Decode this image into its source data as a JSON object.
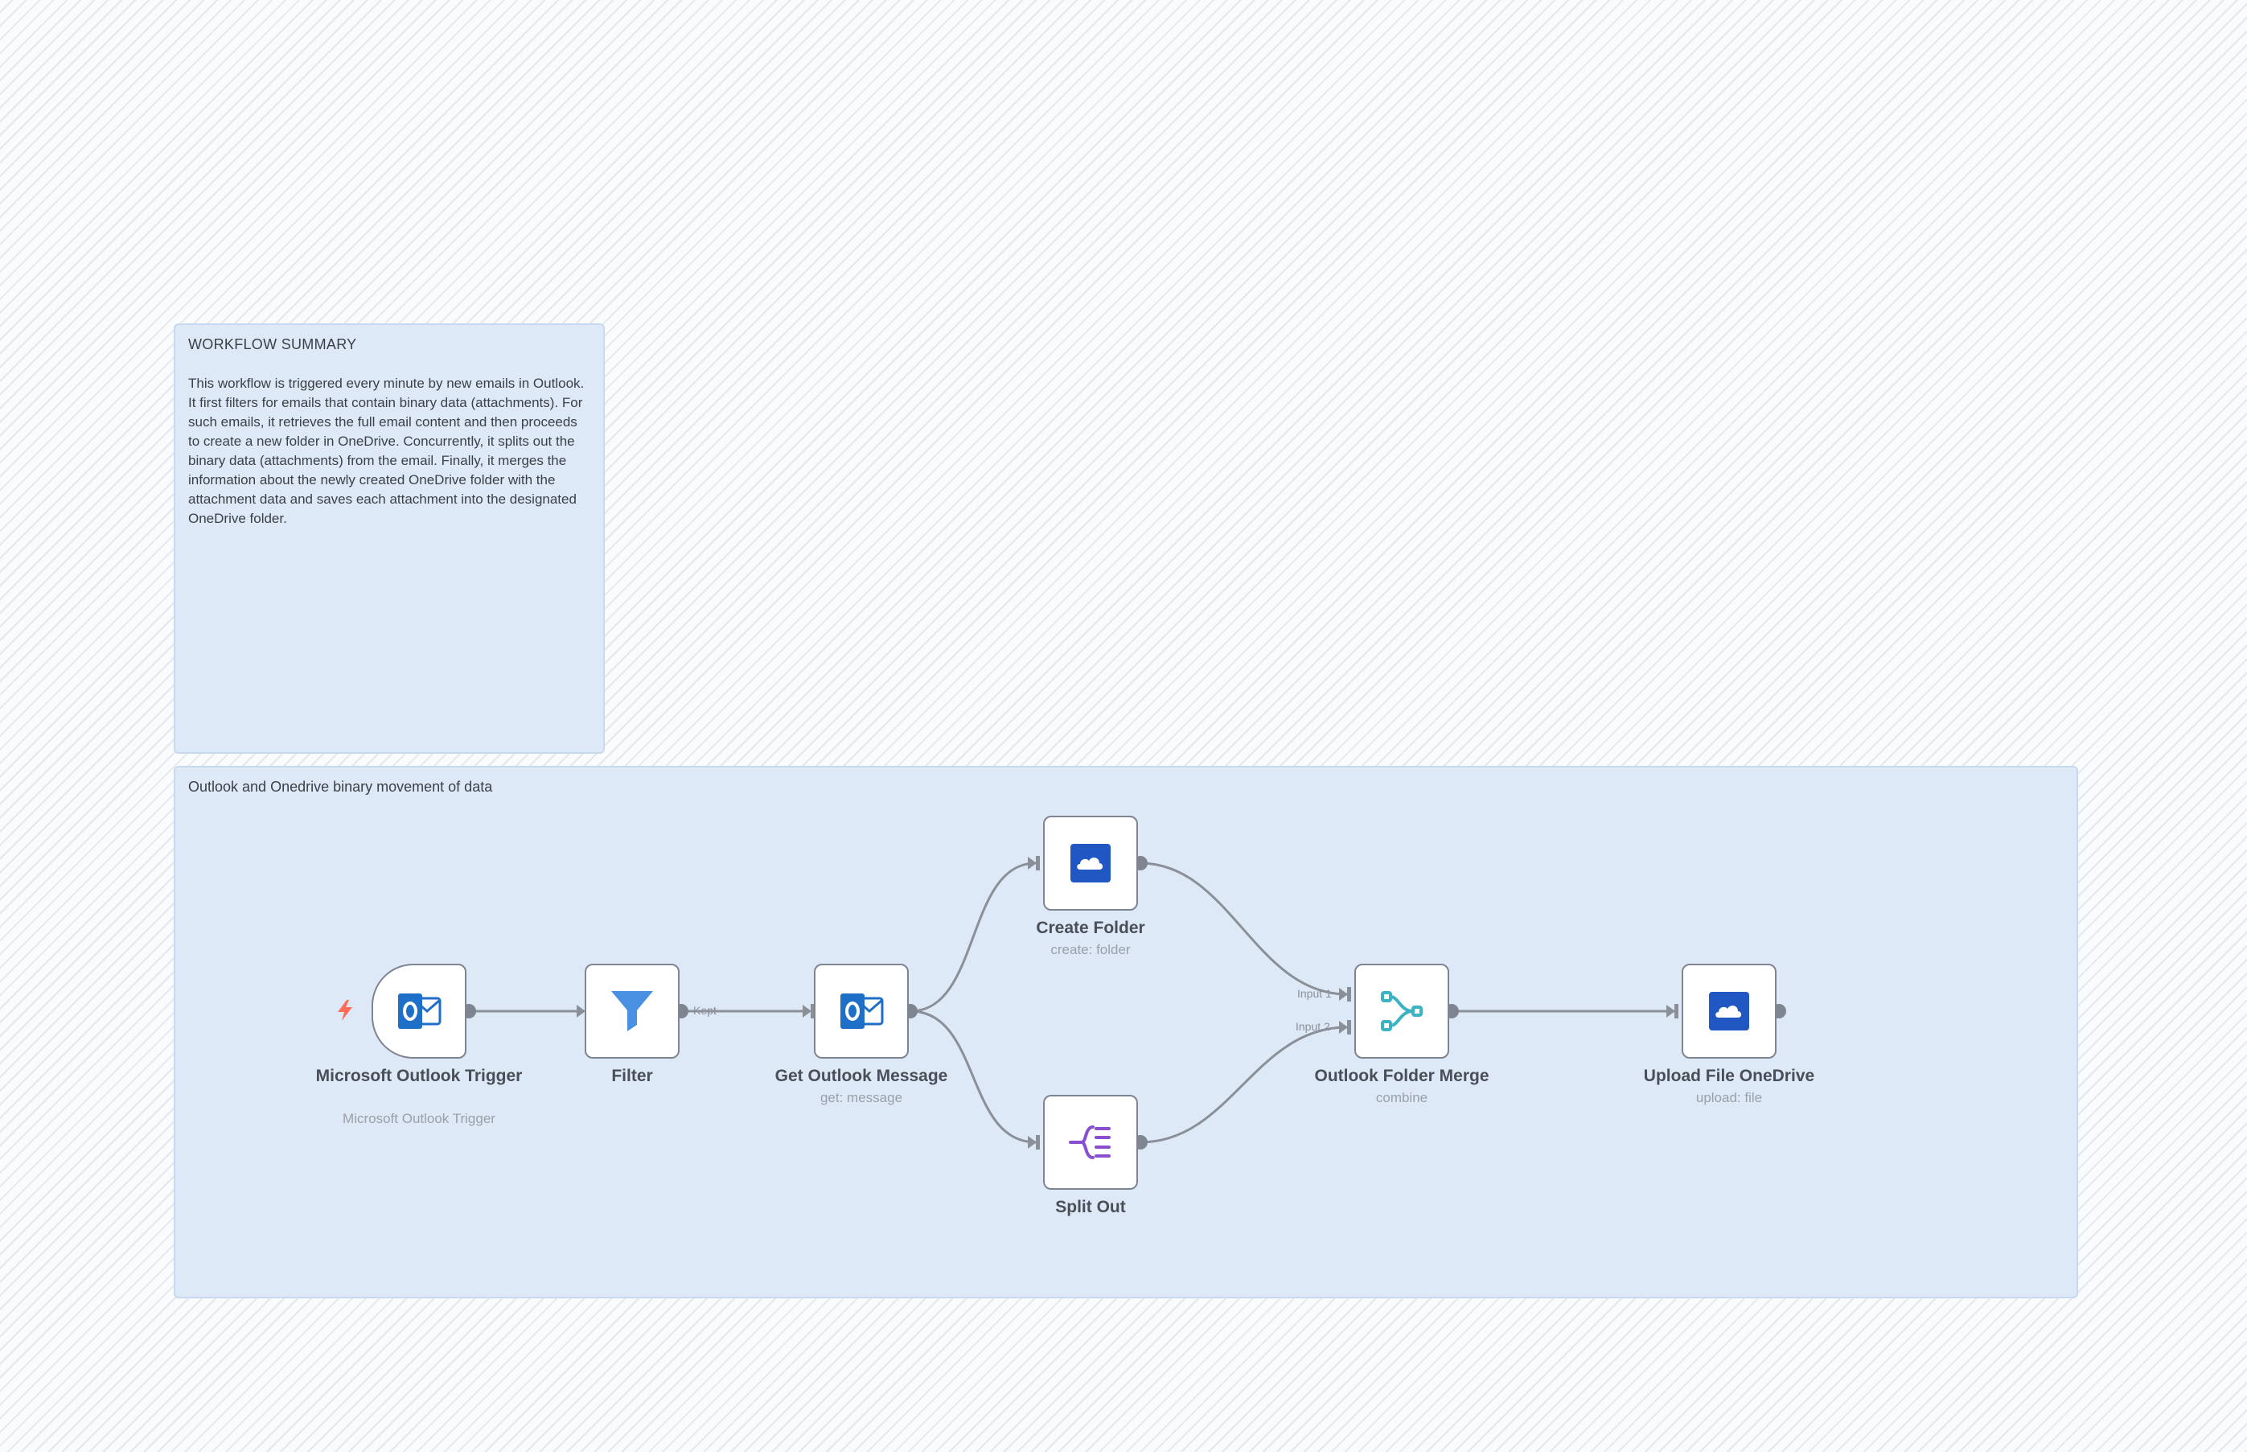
{
  "summary_note": {
    "title": "WORKFLOW SUMMARY",
    "body": "This workflow is triggered every minute by new emails in Outlook. It first filters for emails that contain binary data (attachments). For such emails, it retrieves the full email content and then proceeds to create a new folder in OneDrive. Concurrently, it splits out the binary data (attachments) from the email. Finally, it merges the information about the newly created OneDrive folder with the attachment data and saves each attachment into the designated OneDrive folder."
  },
  "group_note": {
    "title": "Outlook and Onedrive binary movement of data"
  },
  "nodes": {
    "outlook_trigger": {
      "label": "Microsoft Outlook Trigger",
      "subtitle": "Microsoft Outlook Trigger",
      "icon": "outlook-icon"
    },
    "filter": {
      "label": "Filter",
      "subtitle": "",
      "icon": "filter-icon"
    },
    "get_message": {
      "label": "Get Outlook Message",
      "subtitle": "get: message",
      "icon": "outlook-icon"
    },
    "create_folder": {
      "label": "Create Folder",
      "subtitle": "create: folder",
      "icon": "onedrive-icon"
    },
    "split_out": {
      "label": "Split Out",
      "subtitle": "",
      "icon": "split-out-icon"
    },
    "merge": {
      "label": "Outlook Folder Merge",
      "subtitle": "combine",
      "icon": "merge-icon"
    },
    "upload": {
      "label": "Upload File OneDrive",
      "subtitle": "upload: file",
      "icon": "onedrive-icon"
    }
  },
  "edge_labels": {
    "filter_kept": "Kept",
    "merge_input1": "Input 1",
    "merge_input2": "Input 2"
  },
  "colors": {
    "outlook_blue": "#1e6fc7",
    "onedrive_blue": "#2157c2",
    "filter_blue": "#4a90e2",
    "split_purple": "#8a4fd1",
    "merge_teal": "#3bb3c3",
    "trigger_orange": "#ff6d5a",
    "edge_gray": "#8a8f98"
  }
}
